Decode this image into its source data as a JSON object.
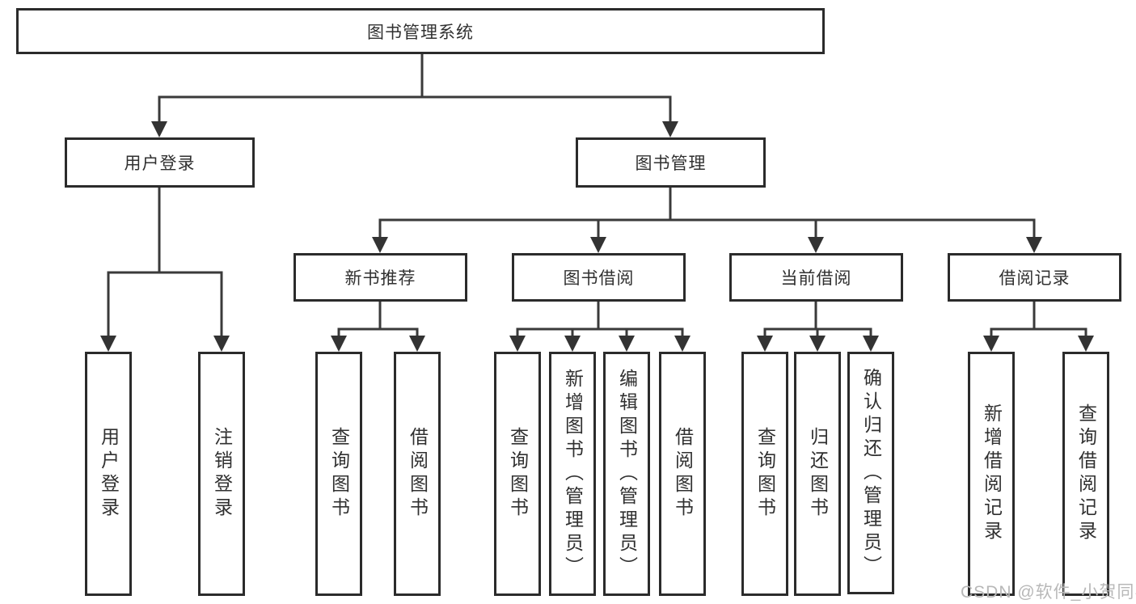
{
  "diagram": {
    "title": "图书管理系统",
    "branches": [
      {
        "label": "用户登录",
        "leaves": [
          "用户登录",
          "注销登录"
        ]
      },
      {
        "label": "图书管理",
        "groups": [
          {
            "label": "新书推荐",
            "leaves": [
              "查询图书",
              "借阅图书"
            ]
          },
          {
            "label": "图书借阅",
            "leaves": [
              "查询图书",
              "新增图书（管理员）",
              "编辑图书（管理员）",
              "借阅图书"
            ]
          },
          {
            "label": "当前借阅",
            "leaves": [
              "查询图书",
              "归还图书",
              "确认归还（管理员）"
            ]
          },
          {
            "label": "借阅记录",
            "leaves": [
              "新增借阅记录",
              "查询借阅记录"
            ]
          }
        ]
      }
    ]
  },
  "colors": {
    "line": "#3a3a3a",
    "border": "#2b2b2b",
    "text": "#303030",
    "watermark": "#b8b8b8"
  },
  "watermark": {
    "text": "CSDN @软件_小贺同学"
  }
}
